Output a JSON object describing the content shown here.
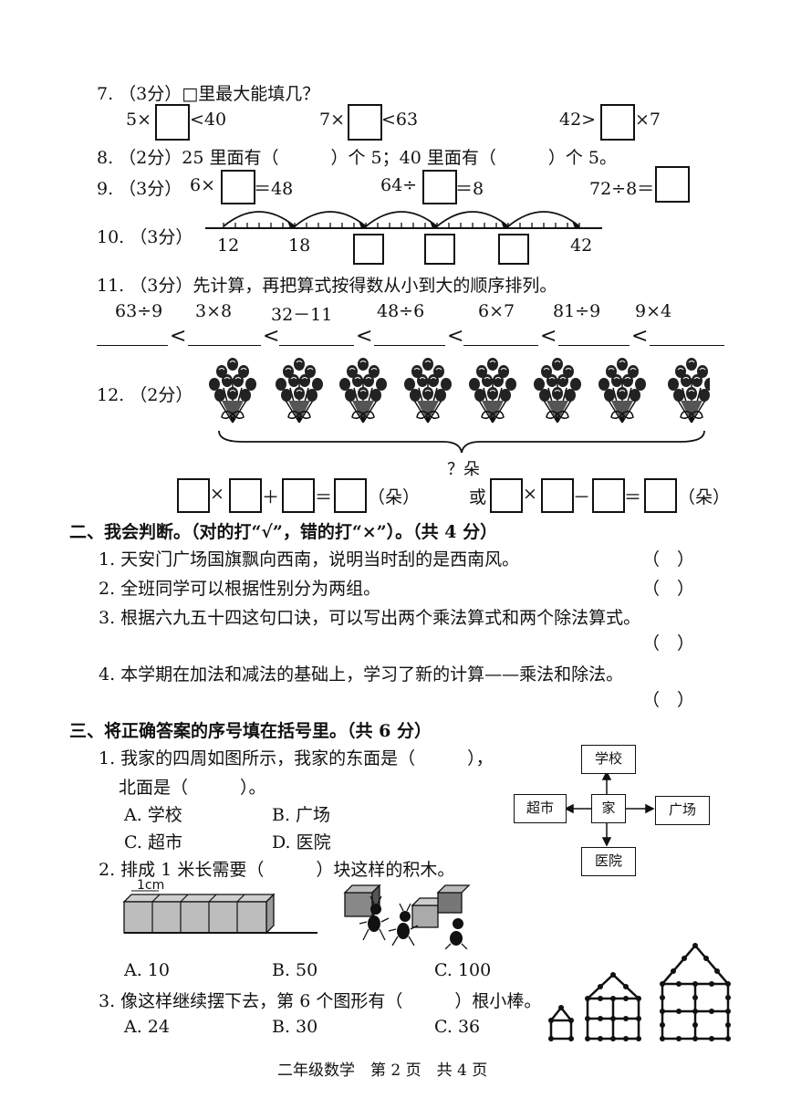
{
  "q7": {
    "title": "7. （3分）□里最大能填几？",
    "a_pre": "5×",
    "a_post": "<40",
    "b_pre": "7×",
    "b_post": "<63",
    "c_pre": "42>",
    "c_post": "×7"
  },
  "q8": {
    "text": "8. （2分）25 里面有（　　　）个 5；40 里面有（　　　）个 5。"
  },
  "q9": {
    "label": "9. （3分）",
    "a_pre": "6×",
    "a_post": "＝48",
    "b_pre": "64÷",
    "b_post": "＝8",
    "c_pre": "72÷8＝"
  },
  "q10": {
    "label": "10. （3分）",
    "n1": "12",
    "n2": "18",
    "n3": "42"
  },
  "q11": {
    "title": "11. （3分）先计算，再把算式按得数从小到大的顺序排列。",
    "exprs": [
      "63÷9",
      "3×8",
      "32－11",
      "48÷6",
      "6×7",
      "81÷9",
      "9×4"
    ],
    "lt": "<"
  },
  "q12": {
    "label": "12. （2分）",
    "brace_label": "？朵",
    "times": "×",
    "plus": "＋",
    "eq": "＝",
    "unit": "（朵）",
    "or": "或",
    "minus": "－"
  },
  "sec2": {
    "title": "二、我会判断。（对的打“√”，错的打“×”）。（共 4 分）",
    "items": [
      "1. 天安门广场国旗飘向西南，说明当时刮的是西南风。",
      "2. 全班同学可以根据性别分为两组。",
      "3. 根据六九五十四这句口诀，可以写出两个乘法算式和两个除法算式。",
      "4. 本学期在加法和减法的基础上，学习了新的计算——乘法和除法。"
    ],
    "paren": "（　）"
  },
  "sec3": {
    "title": "三、将正确答案的序号填在括号里。（共 6 分）",
    "q1_line1": "1. 我家的四周如图所示，我家的东面是（　　　），",
    "q1_line2": "北面是（　　　）。",
    "q1_opts": [
      "A. 学校",
      "B. 广场",
      "C. 超市",
      "D. 医院"
    ],
    "map": {
      "north": "学校",
      "west": "超市",
      "center": "家",
      "east": "广场",
      "south": "医院"
    },
    "q2_line": "2. 排成 1 米长需要（　　　）块这样的积木。",
    "q2_unit": "1cm",
    "q2_opts": [
      "A. 10",
      "B. 50",
      "C. 100"
    ],
    "q3_line": "3. 像这样继续摆下去，第 6 个图形有（　　　）根小棒。",
    "q3_opts": [
      "A. 24",
      "B. 30",
      "C. 36"
    ]
  },
  "footer": {
    "text": "二年级数学　第 2 页　共 4 页"
  }
}
